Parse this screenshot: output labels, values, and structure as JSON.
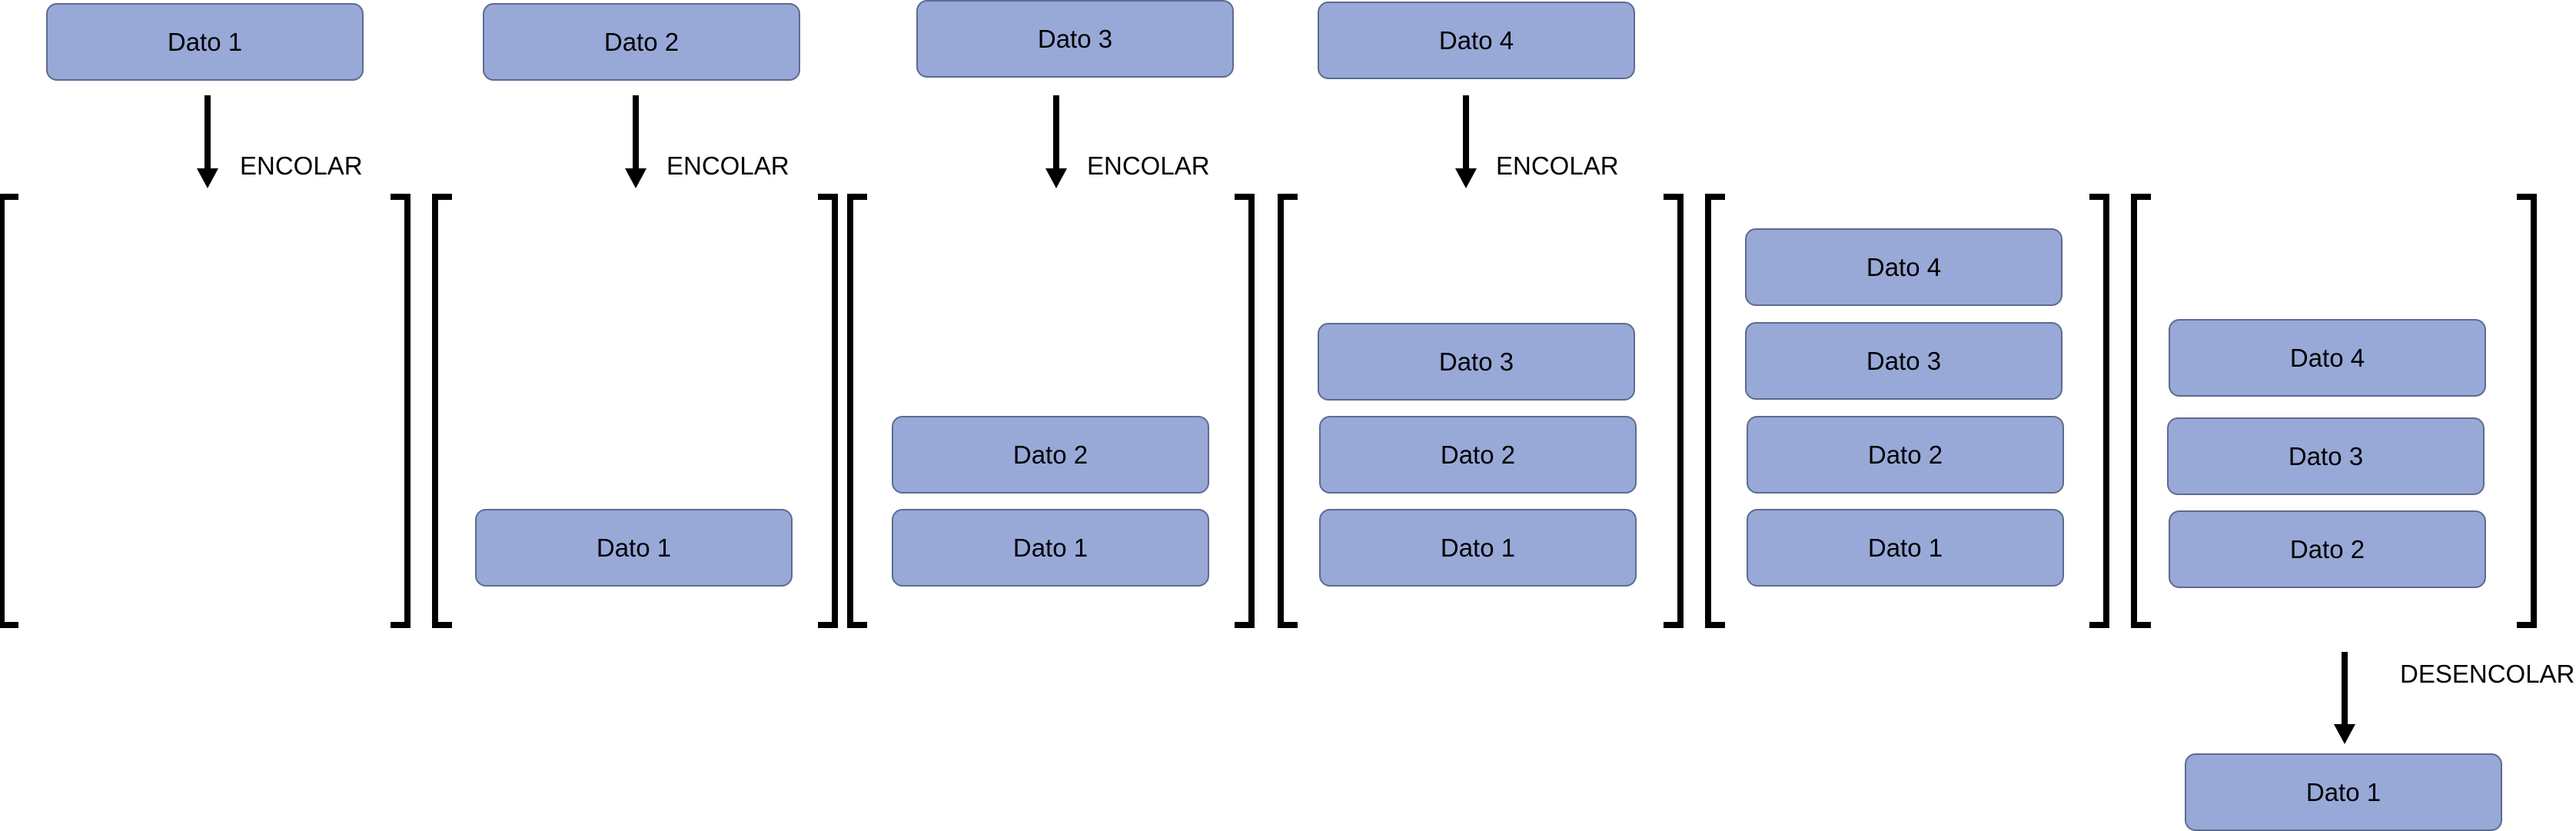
{
  "incoming": [
    "Dato 1",
    "Dato 2",
    "Dato 3",
    "Dato 4"
  ],
  "enqueue_label": "ENCOLAR",
  "dequeue_label": "DESENCOLAR",
  "queues": [
    [],
    [
      "Dato 1"
    ],
    [
      "Dato 2",
      "Dato 1"
    ],
    [
      "Dato 3",
      "Dato 2",
      "Dato 1"
    ],
    [
      "Dato 4",
      "Dato 3",
      "Dato 2",
      "Dato 1"
    ],
    [
      "Dato 4",
      "Dato 3",
      "Dato 2"
    ]
  ],
  "dequeued": "Dato 1",
  "colors": {
    "box_fill": "#98a9d8",
    "box_border": "#5e6b8f",
    "line": "#000000"
  }
}
